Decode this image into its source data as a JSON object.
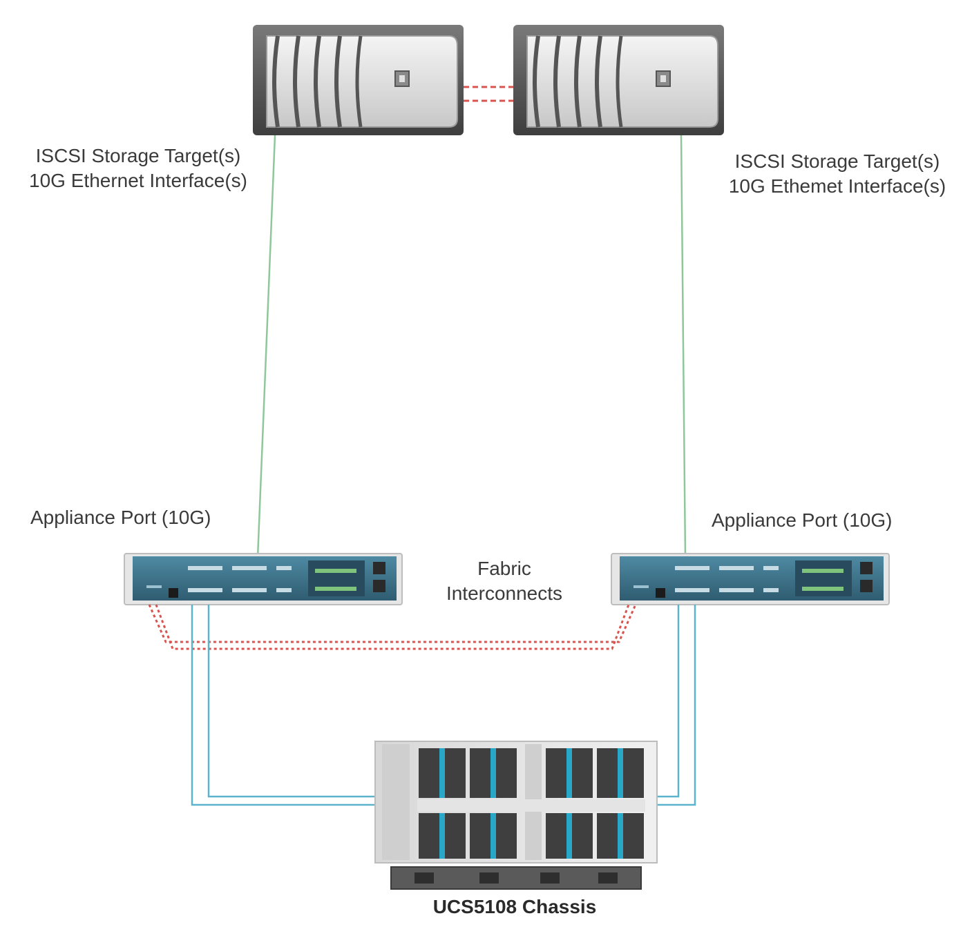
{
  "labels": {
    "storage_left_line1": "ISCSI Storage Target(s)",
    "storage_left_line2": "10G Ethernet Interface(s)",
    "storage_right_line1": "ISCSI Storage Target(s)",
    "storage_right_line2": "10G Ethemet Interface(s)",
    "appliance_port_left": "Appliance Port (10G)",
    "appliance_port_right": "Appliance Port (10G)",
    "fabric_line1": "Fabric",
    "fabric_line2": "Interconnects",
    "chassis": "UCS5108 Chassis"
  },
  "colors": {
    "storage_link": "#8fc79a",
    "server_link": "#5ab4cc",
    "cluster_link": "#d9534f",
    "device_dark": "#4a4a4a",
    "switch_body": "#3d6f86",
    "blade_accent": "#29a7c9"
  },
  "icons": {
    "storage_array": "storage-array-icon",
    "fabric_interconnect": "fabric-interconnect-icon",
    "chassis": "blade-chassis-icon"
  }
}
